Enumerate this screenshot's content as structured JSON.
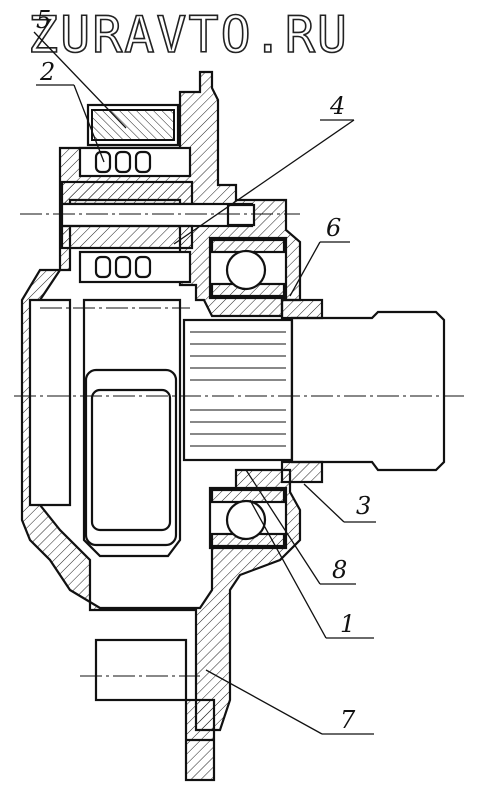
{
  "watermark": "ZURAVTO.RU",
  "callouts": {
    "c1": "1",
    "c2": "2",
    "c3": "3",
    "c4": "4",
    "c5": "5",
    "c6": "6",
    "c7": "7",
    "c8": "8"
  }
}
